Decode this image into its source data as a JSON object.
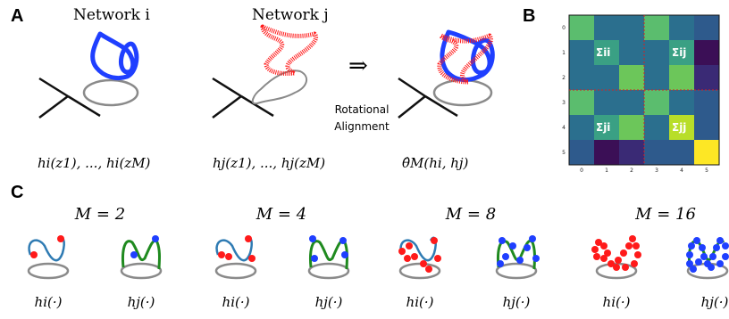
{
  "panels": {
    "a": {
      "label": "A",
      "network_i_title": "Network i",
      "network_j_title": "Network j",
      "arrow": "⇒",
      "alignment_line1": "Rotational",
      "alignment_line2": "Alignment",
      "formula_i": "hi(z1), ..., hi(zM)",
      "formula_j": "hj(z1), ..., hj(zM)",
      "formula_theta": "θ̂M(hi, hj)"
    },
    "b": {
      "label": "B",
      "tick_labels": [
        "0",
        "1",
        "2",
        "3",
        "4",
        "5"
      ],
      "block_labels": [
        "Σii",
        "Σij",
        "Σji",
        "Σjj"
      ]
    },
    "c": {
      "label": "C",
      "groups": [
        {
          "m_label": "M = 2",
          "left": "hi(·)",
          "right": "hj(·)"
        },
        {
          "m_label": "M = 4",
          "left": "hi(·)",
          "right": "hj(·)"
        },
        {
          "m_label": "M = 8",
          "left": "hi(·)",
          "right": "hj(·)"
        },
        {
          "m_label": "M = 16",
          "left": "hi(·)",
          "right": "hj(·)"
        }
      ]
    }
  },
  "colors": {
    "blue": "#1f3fff",
    "red": "#ff1a1a",
    "steel": "#2f7bb3",
    "green": "#1f8a1f",
    "gray": "#777777"
  }
}
